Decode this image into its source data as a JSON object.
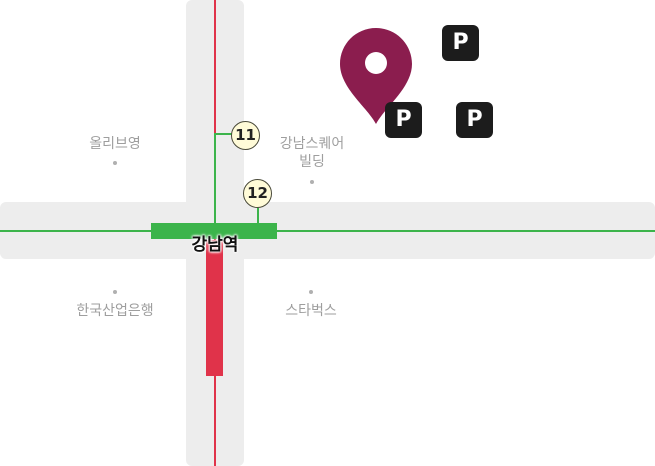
{
  "map": {
    "station": {
      "name": "강남역"
    },
    "exits": [
      {
        "number": "11"
      },
      {
        "number": "12"
      }
    ],
    "places": [
      {
        "name": "올리브영"
      },
      {
        "name_line1": "강남스퀘어",
        "name_line2": "빌딩"
      },
      {
        "name": "한국산업은행"
      },
      {
        "name": "스타벅스"
      }
    ],
    "parking": [
      {
        "label": "P"
      },
      {
        "label": "P"
      },
      {
        "label": "P"
      }
    ],
    "pin": {
      "icon": "location-pin-icon",
      "color": "#8b1d4e"
    },
    "colors": {
      "line_red": "#e0334a",
      "line_green": "#3cb44b",
      "road": "#ededed",
      "exit_fill": "#fffbd8",
      "parking_badge": "#1c1c1c"
    }
  }
}
